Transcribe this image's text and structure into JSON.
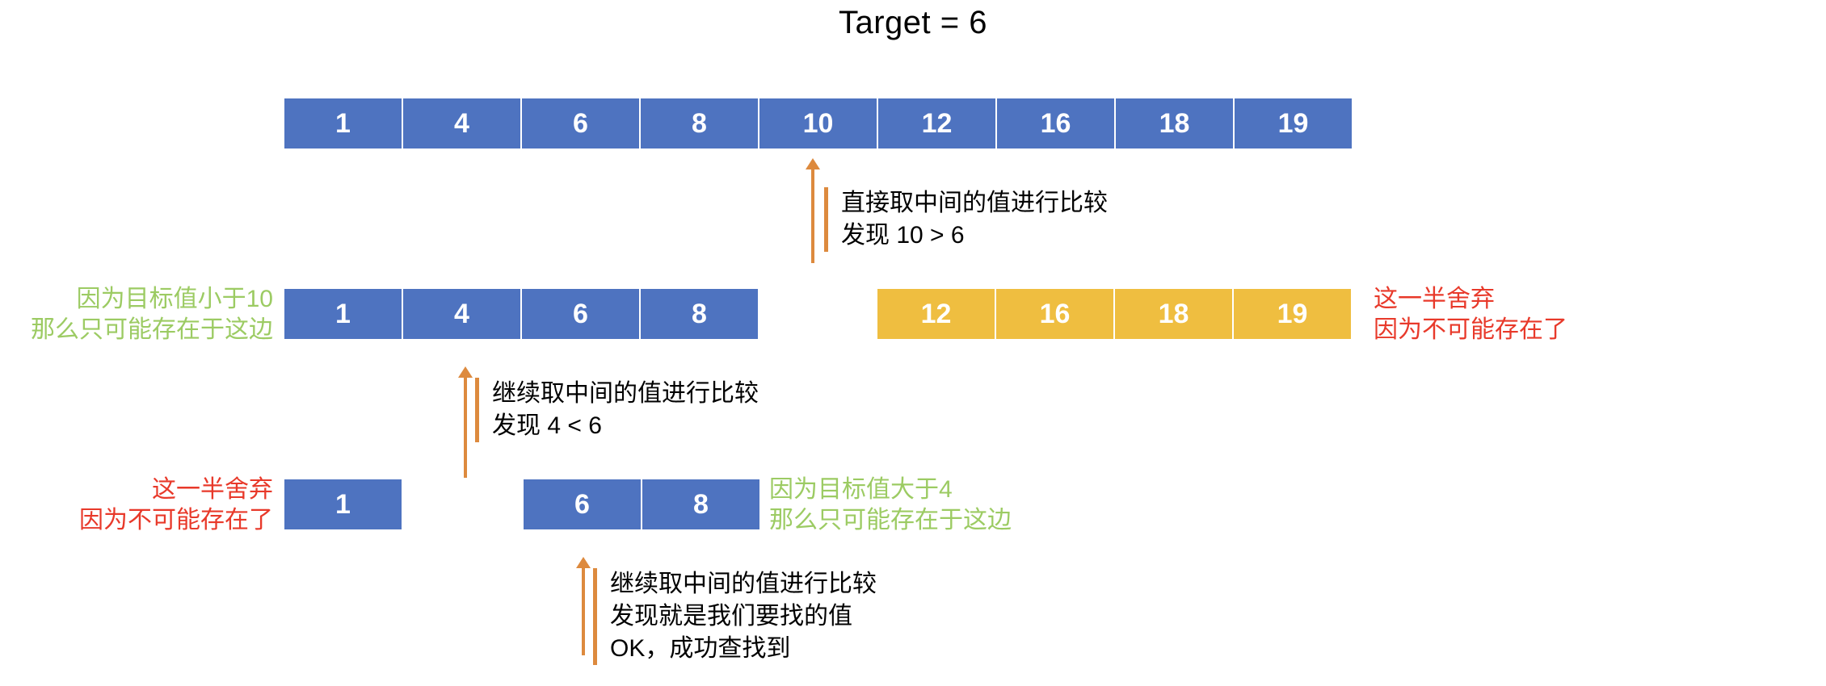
{
  "diagram": {
    "title": "Target = 6",
    "target_value": 6,
    "colors": {
      "active_cell": "#4e73c0",
      "discarded_cell": "#efbe40",
      "cell_text": "#ffffff",
      "arrow": "#dd8a3e",
      "keep_label": "#9ccb63",
      "discard_label": "#e8392a",
      "annotation_text": "#000000",
      "background": "#ffffff"
    },
    "rows": [
      {
        "id": "step-1-full-array",
        "cells": [
          {
            "value": "1",
            "state": "blue"
          },
          {
            "value": "4",
            "state": "blue"
          },
          {
            "value": "6",
            "state": "blue"
          },
          {
            "value": "8",
            "state": "blue"
          },
          {
            "value": "10",
            "state": "blue"
          },
          {
            "value": "12",
            "state": "blue"
          },
          {
            "value": "16",
            "state": "blue"
          },
          {
            "value": "18",
            "state": "blue"
          },
          {
            "value": "19",
            "state": "blue"
          }
        ]
      },
      {
        "id": "step-2-kept-half",
        "cells": [
          {
            "value": "1",
            "state": "blue"
          },
          {
            "value": "4",
            "state": "blue"
          },
          {
            "value": "6",
            "state": "blue"
          },
          {
            "value": "8",
            "state": "blue"
          }
        ]
      },
      {
        "id": "step-2-discarded-half",
        "cells": [
          {
            "value": "12",
            "state": "yellow"
          },
          {
            "value": "16",
            "state": "yellow"
          },
          {
            "value": "18",
            "state": "yellow"
          },
          {
            "value": "19",
            "state": "yellow"
          }
        ]
      },
      {
        "id": "step-3-discarded-half",
        "cells": [
          {
            "value": "1",
            "state": "blue"
          }
        ]
      },
      {
        "id": "step-3-kept-half",
        "cells": [
          {
            "value": "6",
            "state": "blue"
          },
          {
            "value": "8",
            "state": "blue"
          }
        ]
      }
    ],
    "annotations": [
      {
        "id": "annotation-step-1",
        "lines": [
          "直接取中间的值进行比较",
          "发现 10 > 6"
        ]
      },
      {
        "id": "annotation-step-2",
        "lines": [
          "继续取中间的值进行比较",
          "发现 4 < 6"
        ]
      },
      {
        "id": "annotation-step-3",
        "lines": [
          "继续取中间的值进行比较",
          "发现就是我们要找的值",
          "OK，成功查找到"
        ]
      }
    ],
    "side_labels": [
      {
        "id": "keep-left-step-2",
        "kind": "keep",
        "lines": [
          "因为目标值小于10",
          "那么只可能存在于这边"
        ]
      },
      {
        "id": "discard-right-step-2",
        "kind": "discard",
        "lines": [
          "这一半舍弃",
          "因为不可能存在了"
        ]
      },
      {
        "id": "discard-left-step-3",
        "kind": "discard",
        "lines": [
          "这一半舍弃",
          "因为不可能存在了"
        ]
      },
      {
        "id": "keep-right-step-3",
        "kind": "keep",
        "lines": [
          "因为目标值大于4",
          "那么只可能存在于这边"
        ]
      }
    ]
  }
}
